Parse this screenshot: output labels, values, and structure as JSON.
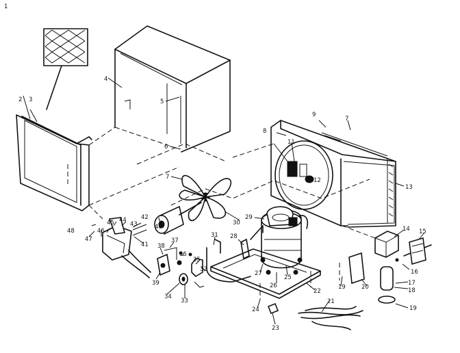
{
  "parts": [
    {
      "id": "p1",
      "label": "1"
    },
    {
      "id": "p2",
      "label": "2"
    },
    {
      "id": "p3",
      "label": "3"
    },
    {
      "id": "p4",
      "label": "4"
    },
    {
      "id": "p5",
      "label": "5"
    },
    {
      "id": "p6",
      "label": "6"
    },
    {
      "id": "p7a",
      "label": "7"
    },
    {
      "id": "p7b",
      "label": "7"
    },
    {
      "id": "p8",
      "label": "8"
    },
    {
      "id": "p9",
      "label": "9"
    },
    {
      "id": "p11",
      "label": "11"
    },
    {
      "id": "p12",
      "label": "12"
    },
    {
      "id": "p13",
      "label": "13"
    },
    {
      "id": "p14",
      "label": "14"
    },
    {
      "id": "p15",
      "label": "15"
    },
    {
      "id": "p16",
      "label": "16"
    },
    {
      "id": "p17",
      "label": "17"
    },
    {
      "id": "p18",
      "label": "18"
    },
    {
      "id": "p19a",
      "label": "19"
    },
    {
      "id": "p19b",
      "label": "19"
    },
    {
      "id": "p20",
      "label": "20"
    },
    {
      "id": "p21",
      "label": "21"
    },
    {
      "id": "p22",
      "label": "22"
    },
    {
      "id": "p23",
      "label": "23"
    },
    {
      "id": "p24",
      "label": "24"
    },
    {
      "id": "p25",
      "label": "25"
    },
    {
      "id": "p26",
      "label": "26"
    },
    {
      "id": "p27",
      "label": "27"
    },
    {
      "id": "p28",
      "label": "28"
    },
    {
      "id": "p29",
      "label": "29"
    },
    {
      "id": "p30",
      "label": "30"
    },
    {
      "id": "p31",
      "label": "31"
    },
    {
      "id": "p32",
      "label": "32"
    },
    {
      "id": "p33",
      "label": "33"
    },
    {
      "id": "p34",
      "label": "34"
    },
    {
      "id": "p35",
      "label": "35"
    },
    {
      "id": "p36",
      "label": "36"
    },
    {
      "id": "p37",
      "label": "37"
    },
    {
      "id": "p38",
      "label": "38"
    },
    {
      "id": "p39",
      "label": "39"
    },
    {
      "id": "p40",
      "label": "40"
    },
    {
      "id": "p41",
      "label": "41"
    },
    {
      "id": "p42",
      "label": "42"
    },
    {
      "id": "p43",
      "label": "43"
    },
    {
      "id": "p44",
      "label": "44"
    },
    {
      "id": "p45",
      "label": "45"
    },
    {
      "id": "p46",
      "label": "46"
    },
    {
      "id": "p47",
      "label": "47"
    },
    {
      "id": "p48",
      "label": "48"
    }
  ]
}
